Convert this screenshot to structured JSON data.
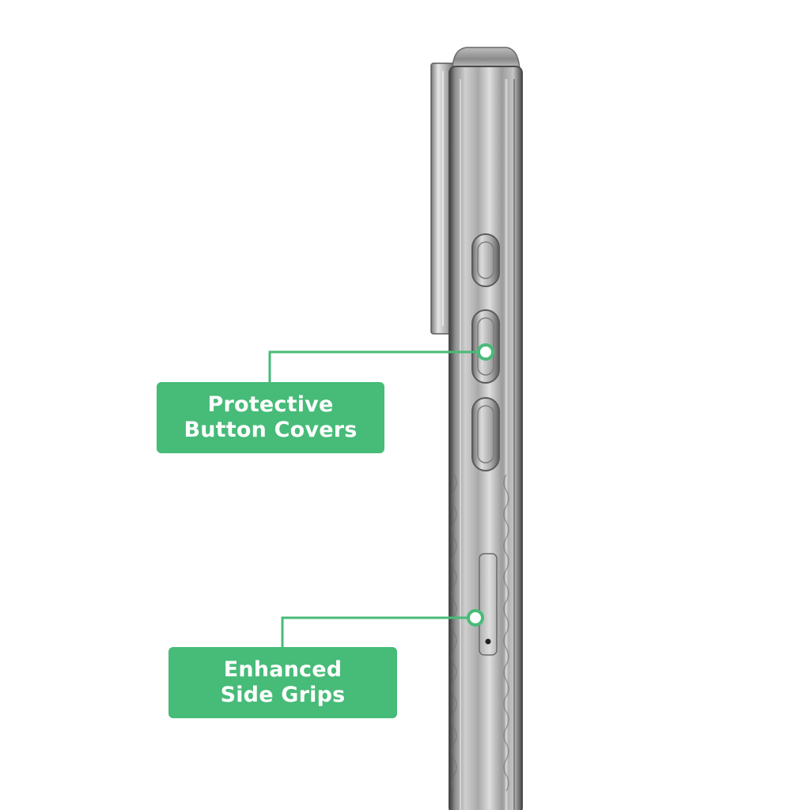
{
  "colors": {
    "accent": "#47bb78",
    "case_dark": "#4a4a4a",
    "case_mid": "#9a9a9a",
    "case_light": "#d4d4d4"
  },
  "callouts": [
    {
      "id": "button-covers",
      "line1": "Protective",
      "line2": "Button Covers"
    },
    {
      "id": "side-grips",
      "line1": "Enhanced",
      "line2": "Side Grips"
    }
  ],
  "icons": {
    "phone": "phone-case-side-view",
    "pointer": "callout-dot-icon"
  }
}
